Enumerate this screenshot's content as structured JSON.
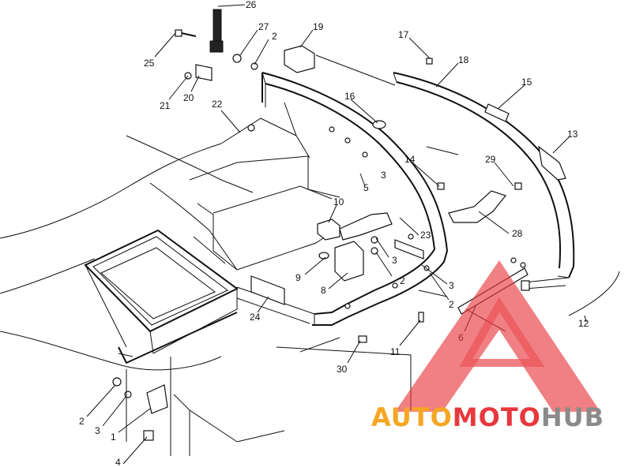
{
  "diagram": {
    "callouts": [
      {
        "id": "c26",
        "text": "26"
      },
      {
        "id": "c27",
        "text": "27"
      },
      {
        "id": "c2a",
        "text": "2"
      },
      {
        "id": "c19",
        "text": "19"
      },
      {
        "id": "c17",
        "text": "17"
      },
      {
        "id": "c18",
        "text": "18"
      },
      {
        "id": "c25",
        "text": "25"
      },
      {
        "id": "c21",
        "text": "21"
      },
      {
        "id": "c20",
        "text": "20"
      },
      {
        "id": "c22",
        "text": "22"
      },
      {
        "id": "c16",
        "text": "16"
      },
      {
        "id": "c15",
        "text": "15"
      },
      {
        "id": "c13",
        "text": "13"
      },
      {
        "id": "c3a",
        "text": "3"
      },
      {
        "id": "c14",
        "text": "14"
      },
      {
        "id": "c29",
        "text": "29"
      },
      {
        "id": "c5",
        "text": "5"
      },
      {
        "id": "c10",
        "text": "10"
      },
      {
        "id": "c23",
        "text": "23"
      },
      {
        "id": "c28",
        "text": "28"
      },
      {
        "id": "c3b",
        "text": "3"
      },
      {
        "id": "c9",
        "text": "9"
      },
      {
        "id": "c2b",
        "text": "2"
      },
      {
        "id": "c3c",
        "text": "3"
      },
      {
        "id": "c8",
        "text": "8"
      },
      {
        "id": "c2c",
        "text": "2"
      },
      {
        "id": "c24",
        "text": "24"
      },
      {
        "id": "c12",
        "text": "12"
      },
      {
        "id": "c6",
        "text": "6"
      },
      {
        "id": "c11",
        "text": "11"
      },
      {
        "id": "c30",
        "text": "30"
      },
      {
        "id": "c2d",
        "text": "2"
      },
      {
        "id": "c3d",
        "text": "3"
      },
      {
        "id": "c1",
        "text": "1"
      },
      {
        "id": "c4",
        "text": "4"
      }
    ]
  },
  "watermark": {
    "brand_part1": "AUTO",
    "brand_part2": "MOTO",
    "brand_part3": "HUB",
    "color_orange": "#f5a623",
    "color_red": "#e8383d",
    "color_gray": "#8a8a8a"
  }
}
